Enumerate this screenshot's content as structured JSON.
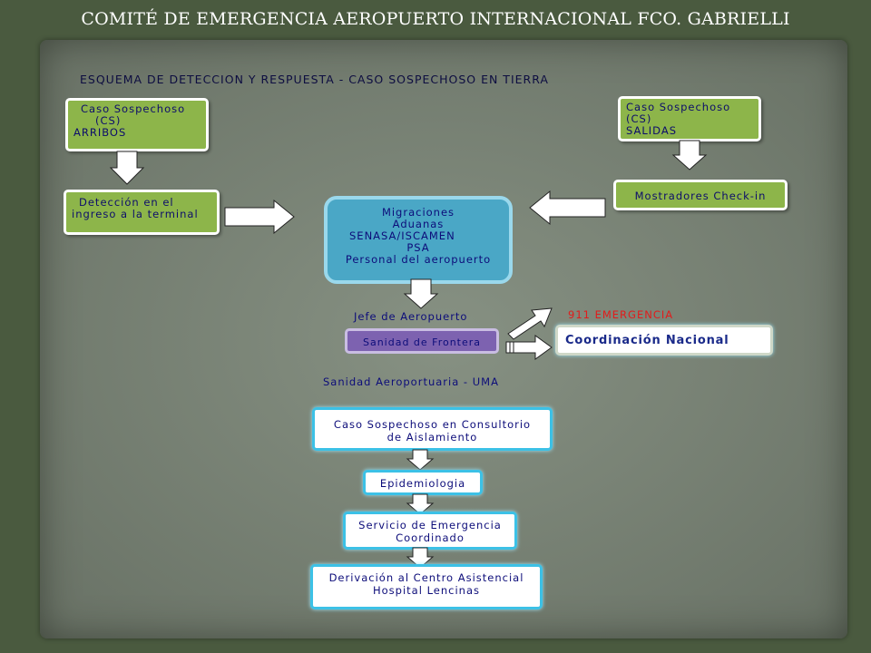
{
  "title": "COMITÉ DE EMERGENCIA AEROPUERTO INTERNACIONAL FCO. GABRIELLI",
  "heading": "ESQUEMA  DE  DETECCION   Y RESPUESTA   - CASO  SOSPECHOSO  EN  TIERRA",
  "arribos_box": {
    "line1": "Caso  Sospechoso",
    "line2": "(CS)",
    "line3": "ARRIBOS"
  },
  "salidas_box": {
    "line1": "Caso  Sospechoso",
    "line2": "(CS)",
    "line3": "SALIDAS"
  },
  "deteccion_box": {
    "line1": "Detección  en el",
    "line2": "ingreso  a la terminal"
  },
  "checkin_box": {
    "label": "Mostradores  Check-in"
  },
  "agencies_box": {
    "line1": "Migraciones",
    "line2": "Aduanas",
    "line3": "SENASA/ISCAMEN",
    "line4": "PSA",
    "line5": "Personal del aeropuerto"
  },
  "jefe_label": "Jefe de Aeropuerto",
  "emergencia_label": "911  EMERGENCIA",
  "sanidad_frontera_box": {
    "label": "Sanidad de Frontera"
  },
  "coordinacion_box": {
    "label": "Coordinación Nacional"
  },
  "uma_label": "Sanidad Aeroportuaria  - UMA",
  "consultorio_box": {
    "line1": "Caso  Sospechoso   en  Consultorio",
    "line2": "de  Aislamiento"
  },
  "epidemiologia_box": {
    "label": "Epidemiologia"
  },
  "servicio_box": {
    "line1": "Servicio  de Emergencia",
    "line2": "Coordinado"
  },
  "derivacion_box": {
    "line1": "Derivación  al Centro  Asistencial",
    "line2": "Hospital  Lencinas"
  },
  "colors": {
    "green_box": "#8db54a",
    "blue_box": "#4aa7c6",
    "purple_box": "#7d62b0",
    "cyan_border": "#3cc1e6",
    "text_navy": "#0d0d7a",
    "emergency_red": "#e21b1b",
    "panel": "#7f8a7b"
  }
}
